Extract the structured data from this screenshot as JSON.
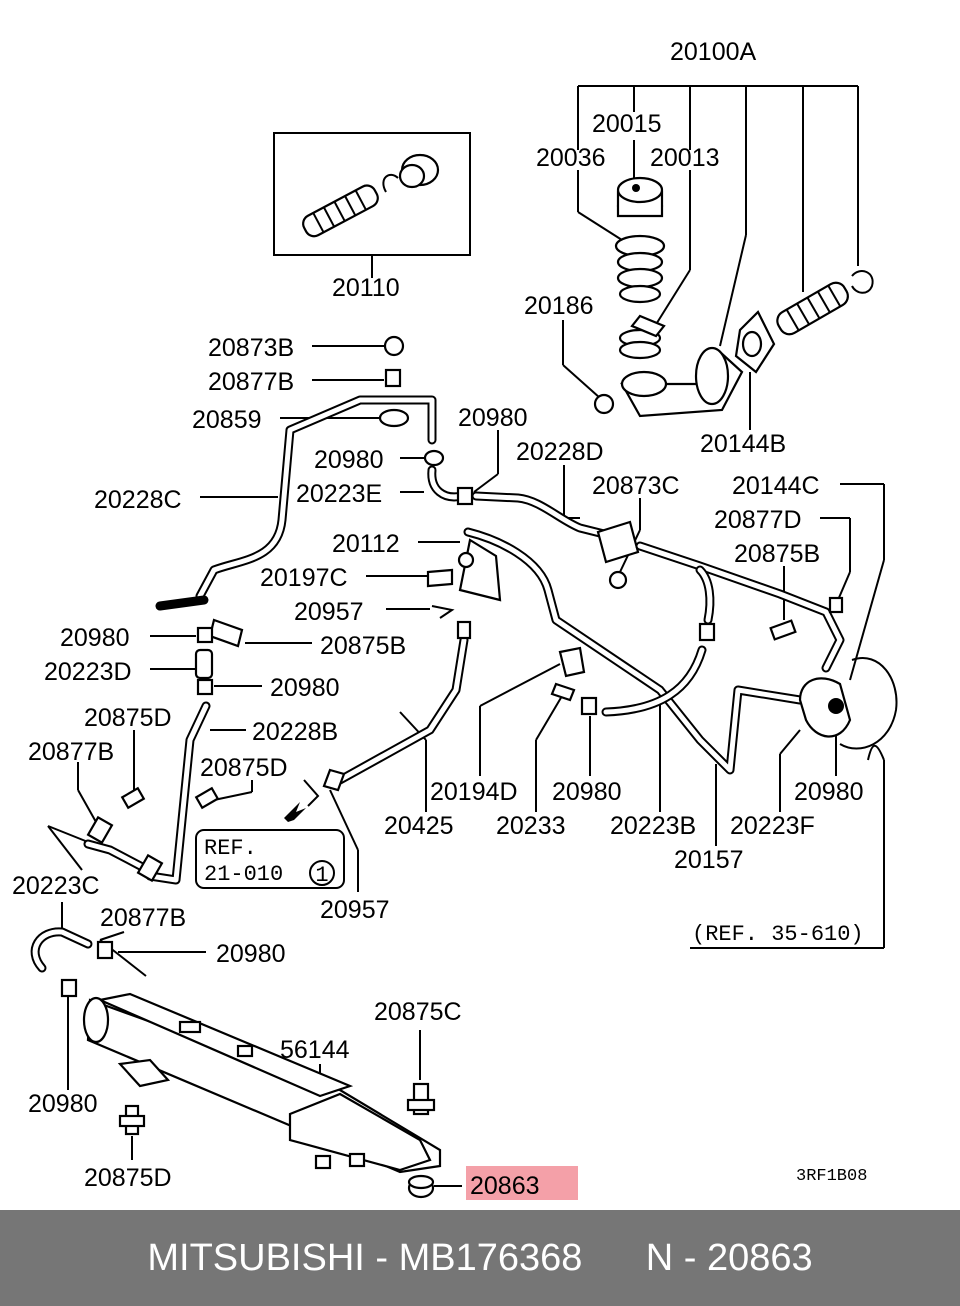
{
  "diagram": {
    "labels": {
      "p20100A": "20100A",
      "p20015": "20015",
      "p20036": "20036",
      "p20013": "20013",
      "p20110": "20110",
      "p20186": "20186",
      "p20144B": "20144B",
      "p20873B": "20873B",
      "p20877B_top": "20877B",
      "p20859": "20859",
      "p20980_a": "20980",
      "p20980_b": "20980",
      "p20228D": "20228D",
      "p20223E": "20223E",
      "p20228C": "20228C",
      "p20873C": "20873C",
      "p20144C": "20144C",
      "p20877D": "20877D",
      "p20112": "20112",
      "p20875B_right": "20875B",
      "p20197C": "20197C",
      "p20957_top": "20957",
      "p20980_c": "20980",
      "p20875B_mid": "20875B",
      "p20223D": "20223D",
      "p20980_d": "20980",
      "p20875D_a": "20875D",
      "p20228B": "20228B",
      "p20877B_left": "20877B",
      "p20875D_b": "20875D",
      "p20194D": "20194D",
      "p20980_e": "20980",
      "p20980_f": "20980",
      "p20425": "20425",
      "p20233": "20233",
      "p20223B": "20223B",
      "p20223F": "20223F",
      "p20157": "20157",
      "p20223C": "20223C",
      "p20877B_low": "20877B",
      "p20957_low": "20957",
      "p20980_g": "20980",
      "p20875C": "20875C",
      "p56144": "56144",
      "p20980_h": "20980",
      "p20875D_c": "20875D",
      "p20863": "20863"
    },
    "ref_box": {
      "line1": "REF.",
      "line2": "21-010",
      "circled": "1"
    },
    "ref_35": "(REF. 35-610)",
    "code": "3RF1B08",
    "highlight_color": "#f4a0a8"
  },
  "footer": {
    "text": "MITSUBISHI - MB176368      N - 20863",
    "background": "#767676"
  }
}
